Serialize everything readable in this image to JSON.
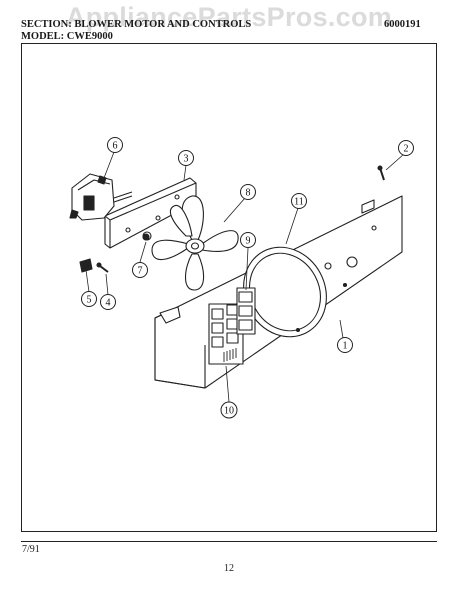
{
  "watermark": "AppliancePartsPros.com",
  "header": {
    "section_line": "SECTION: BLOWER MOTOR AND CONTROLS",
    "model_line": "MODEL: CWE9000",
    "part_number": "6000191"
  },
  "callouts": [
    "1",
    "2",
    "3",
    "4",
    "5",
    "6",
    "7",
    "8",
    "9",
    "10",
    "11"
  ],
  "footer": {
    "date": "7/91",
    "page_number": "12"
  }
}
